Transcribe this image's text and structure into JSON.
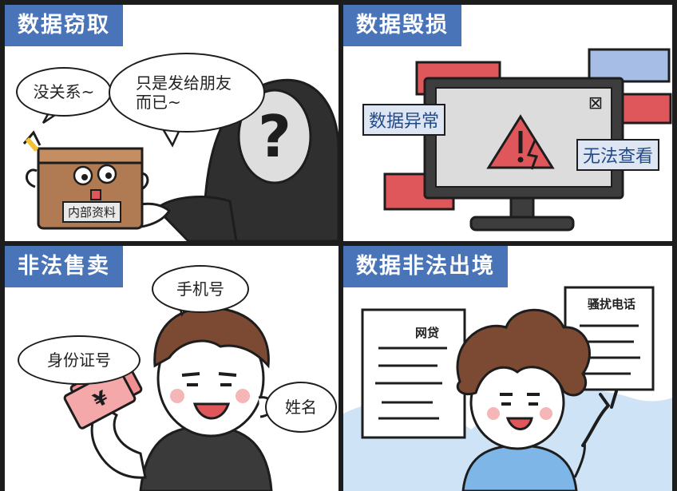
{
  "panels": [
    {
      "title": "数据窃取",
      "bubble_left": "没关系~",
      "bubble_right": "只是发给朋友而已~",
      "box_label": "内部资料",
      "mystery_mark": "?"
    },
    {
      "title": "数据毁损",
      "tag_left": "数据异常",
      "tag_right": "无法查看",
      "close_mark": "⊠"
    },
    {
      "title": "非法售卖",
      "bubble_top": "手机号",
      "bubble_left": "身份证号",
      "bubble_right": "姓名",
      "money_symbol": "¥"
    },
    {
      "title": "数据非法出境",
      "note_left": "网贷",
      "note_right": "骚扰电话"
    }
  ],
  "colors": {
    "title_bg": "#4a74b8",
    "outline": "#1d1d1d",
    "hood": "#2f2f2f",
    "red": "#e0575b",
    "blue_rect": "#a6bde5",
    "hair": "#7c4a32",
    "shirt_blue": "#7fb6e8",
    "sky": "#cfe3f6",
    "box": "#b07a52",
    "money": "#f08f92"
  }
}
